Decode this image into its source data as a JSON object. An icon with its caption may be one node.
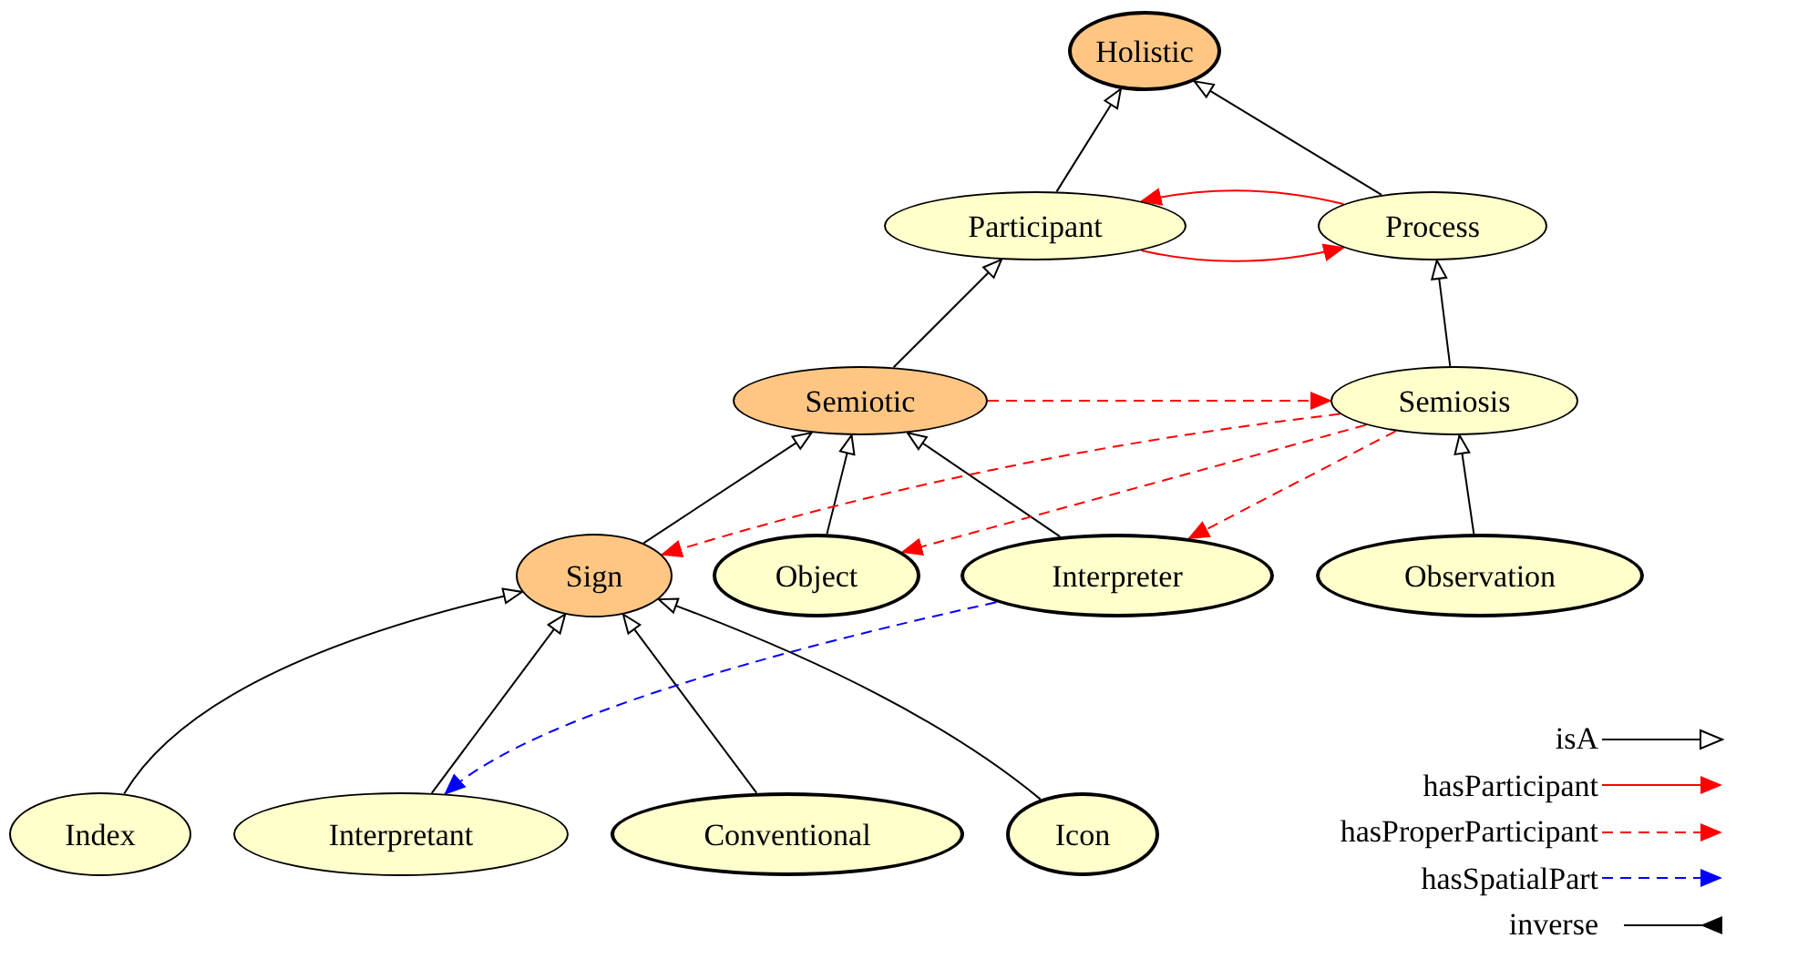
{
  "diagram": {
    "nodes": [
      {
        "text": [
          "Holistic"
        ]
      },
      {
        "text": [
          "Participant"
        ]
      },
      {
        "text": [
          "Process"
        ]
      },
      {
        "text": [
          "Semiotic"
        ]
      },
      {
        "text": [
          "Semiosis"
        ]
      },
      {
        "text": [
          "Sign"
        ]
      },
      {
        "text": [
          "Object"
        ]
      },
      {
        "text": [
          "Interpreter"
        ]
      },
      {
        "text": [
          "Observation"
        ]
      },
      {
        "text": [
          "Index"
        ]
      },
      {
        "text": [
          "Interpretant"
        ]
      },
      {
        "text": [
          "Conventional"
        ]
      },
      {
        "text": [
          "Icon"
        ]
      }
    ],
    "edges": [
      {
        "from": 1,
        "to": 0,
        "arrow": "to"
      },
      {
        "from": 2,
        "to": 0,
        "arrow": "to"
      },
      {
        "from": 2,
        "to": 1,
        "arrow": "to",
        "color": "#ff0000"
      },
      {
        "from": 1,
        "to": 2,
        "arrow": "to",
        "color": "#ff0000"
      },
      {
        "from": 3,
        "to": 1,
        "arrow": "to"
      },
      {
        "from": 4,
        "to": 2,
        "arrow": "to"
      },
      {
        "from": 3,
        "to": 4,
        "arrow": "to",
        "style": "dashed",
        "color": "#ff0000"
      },
      {
        "from": 5,
        "to": 3,
        "arrow": "to"
      },
      {
        "from": 6,
        "to": 3,
        "arrow": "to"
      },
      {
        "from": 7,
        "to": 3,
        "arrow": "to"
      },
      {
        "from": 4,
        "to": 5,
        "arrow": "to",
        "style": "dashed",
        "color": "#ff0000"
      },
      {
        "from": 4,
        "to": 6,
        "arrow": "to",
        "style": "dashed",
        "color": "#ff0000"
      },
      {
        "from": 4,
        "to": 7,
        "arrow": "to",
        "style": "dashed",
        "color": "#ff0000"
      },
      {
        "from": 8,
        "to": 4,
        "arrow": "to"
      },
      {
        "from": 9,
        "to": 5,
        "arrow": "to"
      },
      {
        "from": 10,
        "to": 5,
        "arrow": "to"
      },
      {
        "from": 11,
        "to": 5,
        "arrow": "to"
      },
      {
        "from": 12,
        "to": 5,
        "arrow": "to"
      },
      {
        "from": 7,
        "to": 10,
        "arrow": "to",
        "style": "dashed",
        "color": "#0000ff"
      }
    ],
    "legend": [
      {
        "text": "isA"
      },
      {
        "text": "hasParticipant"
      },
      {
        "text": "hasProperParticipant"
      },
      {
        "text": "hasSpatialPart"
      },
      {
        "text": "inverse"
      }
    ]
  }
}
